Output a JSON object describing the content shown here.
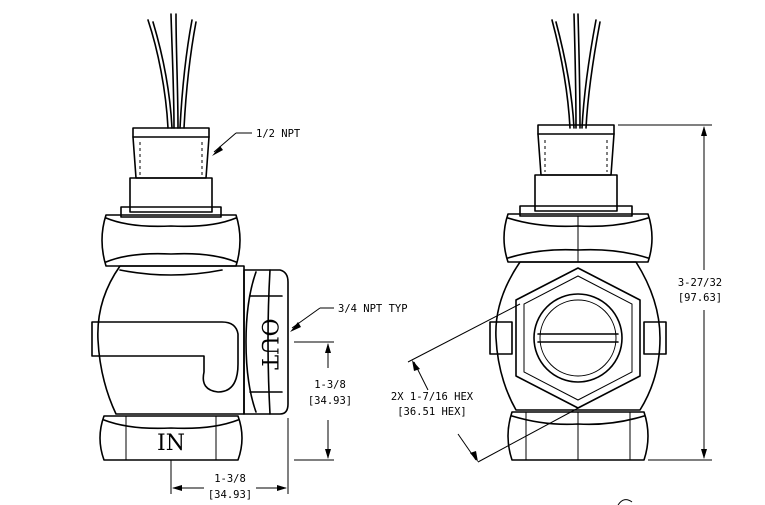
{
  "labels": {
    "thread_top": "1/2 NPT",
    "thread_side": "3/4 NPT TYP",
    "port_in": "IN",
    "port_out": "OUT",
    "width_in": "1-3/8",
    "width_mm": "[34.93]",
    "port_height_in": "1-3/8",
    "port_height_mm": "[34.93]",
    "hex_in": "2X 1-7/16 HEX",
    "hex_mm": "[36.51 HEX]",
    "overall_in": "3-27/32",
    "overall_mm": "[97.63]"
  }
}
